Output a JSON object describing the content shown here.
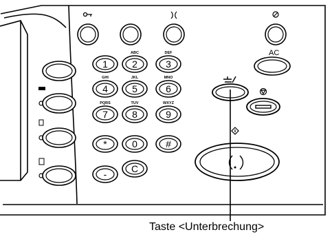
{
  "keypad": {
    "keys": [
      {
        "id": "key-1",
        "label": "1",
        "sub": ""
      },
      {
        "id": "key-2",
        "label": "2",
        "sub": "ABC"
      },
      {
        "id": "key-3",
        "label": "3",
        "sub": "DEF"
      },
      {
        "id": "key-4",
        "label": "4",
        "sub": "GHI"
      },
      {
        "id": "key-5",
        "label": "5",
        "sub": "JKL"
      },
      {
        "id": "key-6",
        "label": "6",
        "sub": "MNO"
      },
      {
        "id": "key-7",
        "label": "7",
        "sub": "PQRS"
      },
      {
        "id": "key-8",
        "label": "8",
        "sub": "TUV"
      },
      {
        "id": "key-9",
        "label": "9",
        "sub": "WXYZ"
      },
      {
        "id": "key-star",
        "label": "*",
        "sub": ""
      },
      {
        "id": "key-0",
        "label": "0",
        "sub": ""
      },
      {
        "id": "key-hash",
        "label": "#",
        "sub": ""
      },
      {
        "id": "key-dial-pause",
        "label": "-",
        "sub": ""
      },
      {
        "id": "key-clear",
        "label": "C",
        "sub": ""
      }
    ]
  },
  "buttons": {
    "ac_label": "AC"
  },
  "icons": {
    "login": "key-icon",
    "power_saver": "power-saver-icon",
    "interrupt": "interrupt-icon",
    "stop": "stop-icon",
    "start": "start-icon",
    "job_status": "job-status-icon",
    "machine_status": "machine-status-icon",
    "services": "services-icon"
  },
  "caption": {
    "text": "Taste <Unterbrechung>"
  }
}
